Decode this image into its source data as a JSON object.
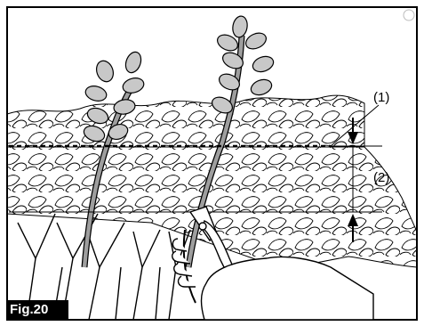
{
  "figure": {
    "tag": "Fig.20",
    "callouts": [
      "(1)",
      "(2)"
    ],
    "colors": {
      "frame": "#000000",
      "leaf_fill": "#c8c8c8",
      "stem_fill": "#9e9e9e",
      "tag_bg": "#000000",
      "tag_text": "#ffffff"
    },
    "icons": [
      "dotted-cut-line",
      "trim-depth-arrow-down",
      "trim-depth-arrow-up",
      "pruning-shears-icon",
      "hand-icon",
      "registered-mark-icon"
    ]
  }
}
